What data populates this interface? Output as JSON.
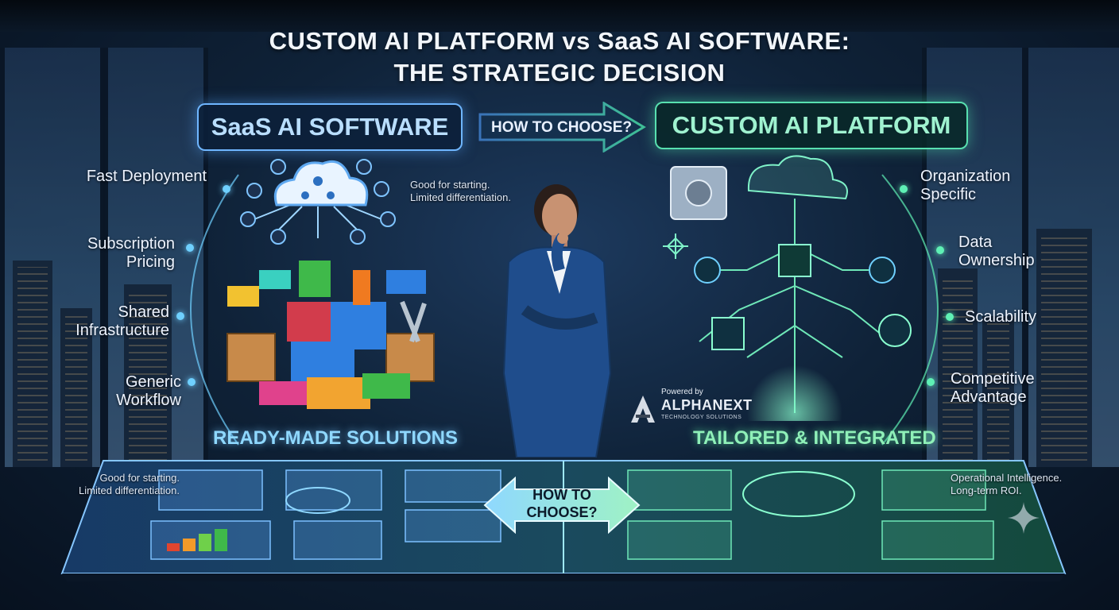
{
  "title": {
    "line1": "CUSTOM AI PLATFORM vs SaaS AI SOFTWARE:",
    "line2": "THE STRATEGIC DECISION"
  },
  "saas": {
    "heading": "SaaS AI SOFTWARE",
    "features": [
      "Fast Deployment",
      "Subscription Pricing",
      "Shared Infrastructure",
      "Generic Workflow"
    ],
    "cloud_note": [
      "Good for starting.",
      "Limited differentiation."
    ],
    "bottom_label": "READY-MADE SOLUTIONS",
    "table_note": [
      "Good for starting.",
      "Limited differentiation."
    ]
  },
  "custom": {
    "heading": "CUSTOM AI PLATFORM",
    "features": [
      "Organization Specific",
      "Data Ownership",
      "Scalability",
      "Competitive Advantage"
    ],
    "bottom_label": "TAILORED & INTEGRATED",
    "table_note": [
      "Operational Intelligence.",
      "Long-term ROI."
    ]
  },
  "top_arrow_label": "HOW TO CHOOSE?",
  "center_button": [
    "HOW TO",
    "CHOOSE?"
  ],
  "brand": {
    "powered": "Powered by",
    "name": "ALPHANEXT",
    "sub": "TECHNOLOGY SOLUTIONS"
  },
  "colors": {
    "saas_accent": "#6fb6ff",
    "custom_accent": "#58e0b0",
    "background": "#0f2238"
  },
  "icons": [
    "cloud-icon",
    "user-icon",
    "lego-blocks",
    "toolbox-icon",
    "wrench-icon",
    "vault-icon",
    "gear-icon",
    "circuit-tree",
    "sparkle-icon"
  ]
}
